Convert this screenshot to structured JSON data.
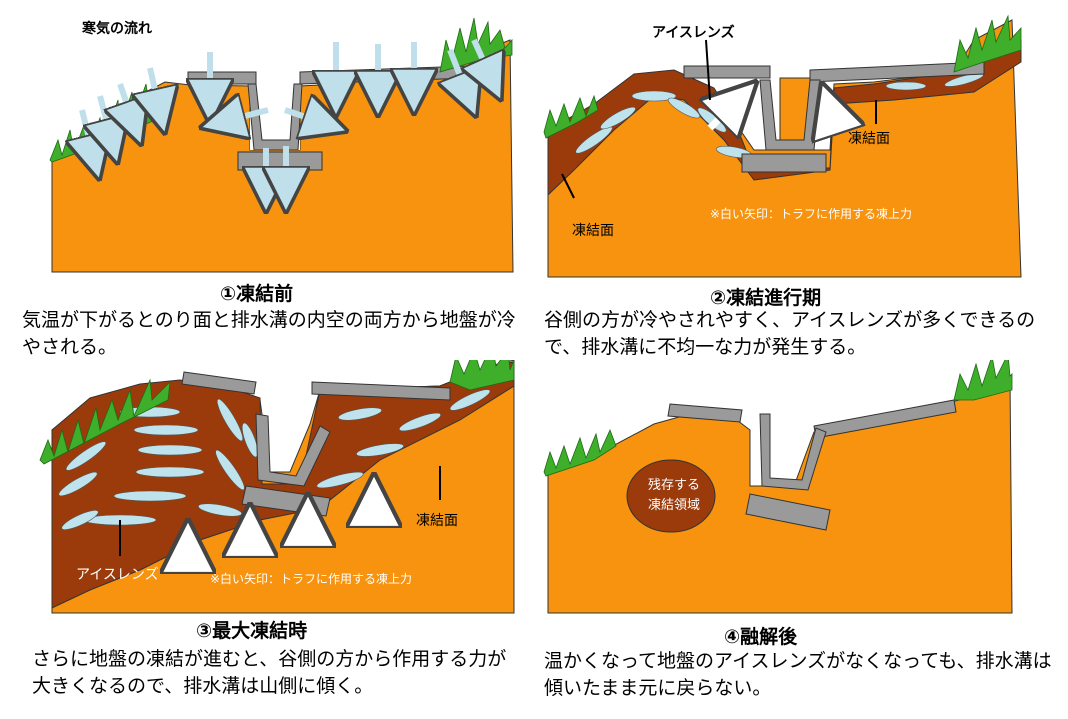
{
  "panels": [
    {
      "title": "①凍結前",
      "caption": "気温が下がるとのり面と排水溝の内空の両方から地盤が冷やされる。",
      "labels": {
        "cold_flow": "寒気の流れ"
      }
    },
    {
      "title": "②凍結進行期",
      "caption": "谷側の方が冷やされやすく、アイスレンズが多くできるので、排水溝に不均一な力が発生する。",
      "labels": {
        "ice_lens": "アイスレンズ",
        "frost_face_right": "凍結面",
        "frost_face_left": "凍結面",
        "note": "※白い矢印：トラフに作用する凍上力"
      }
    },
    {
      "title": "③最大凍結時",
      "caption": "さらに地盤の凍結が進むと、谷側の方から作用する力が大きくなるので、排水溝は山側に傾く。",
      "labels": {
        "ice_lens": "アイスレンズ",
        "frost_face": "凍結面",
        "note": "※白い矢印：トラフに作用する凍上力"
      }
    },
    {
      "title": "④融解後",
      "caption": "温かくなって地盤のアイスレンズがなくなっても、排水溝は傾いたまま元に戻らない。",
      "labels": {
        "remaining_1": "残存する",
        "remaining_2": "凍結領域"
      }
    }
  ],
  "colors": {
    "soil": "#f7930e",
    "frozen": "#9b3b0c",
    "lens": "#bfe3ec",
    "concrete": "#9a9a9a",
    "grass": "#3fae2a",
    "arrow": "#bfe0ea"
  }
}
